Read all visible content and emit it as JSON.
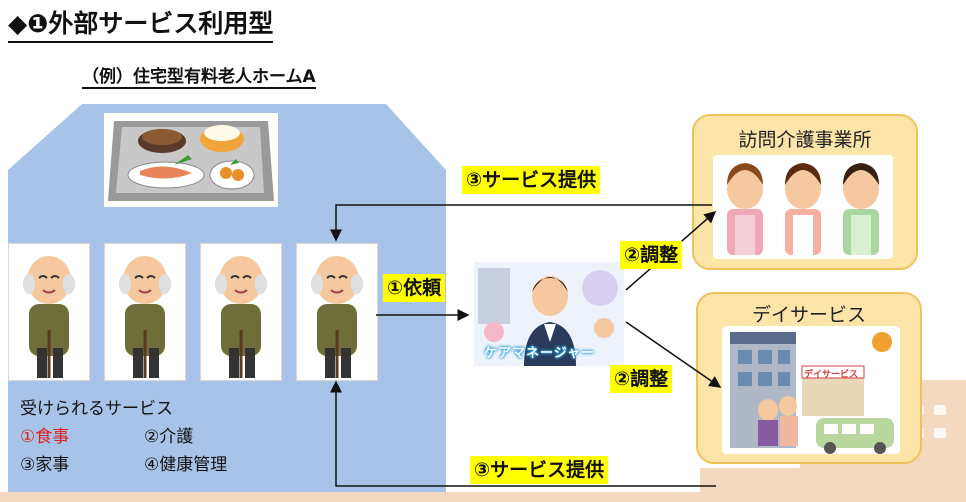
{
  "title": "◆❶外部サービス利用型",
  "example": "（例）住宅型有料老人ホームA",
  "services_heading": "受けられるサービス",
  "services": [
    {
      "label": "①食事",
      "highlight": true
    },
    {
      "label": "②介護",
      "highlight": false
    },
    {
      "label": "③家事",
      "highlight": false
    },
    {
      "label": "④健康管理",
      "highlight": false
    }
  ],
  "care_manager_label": "ケアマネージャー",
  "providers": {
    "visiting_care": "訪問介護事業所",
    "day_service": "デイサービス",
    "day_service_sign": "デイサービス"
  },
  "arrows": {
    "request": "①依頼",
    "adjust_top": "②調整",
    "adjust_bottom": "②調整",
    "provide_top": "③サービス提供",
    "provide_bottom": "③サービス提供"
  },
  "colors": {
    "house_fill": "#a7c4e8",
    "label_highlight": "#ffff00",
    "provider_fill": "#fde4a8",
    "provider_border": "#f2c25a",
    "highlight_text": "#e02020"
  }
}
